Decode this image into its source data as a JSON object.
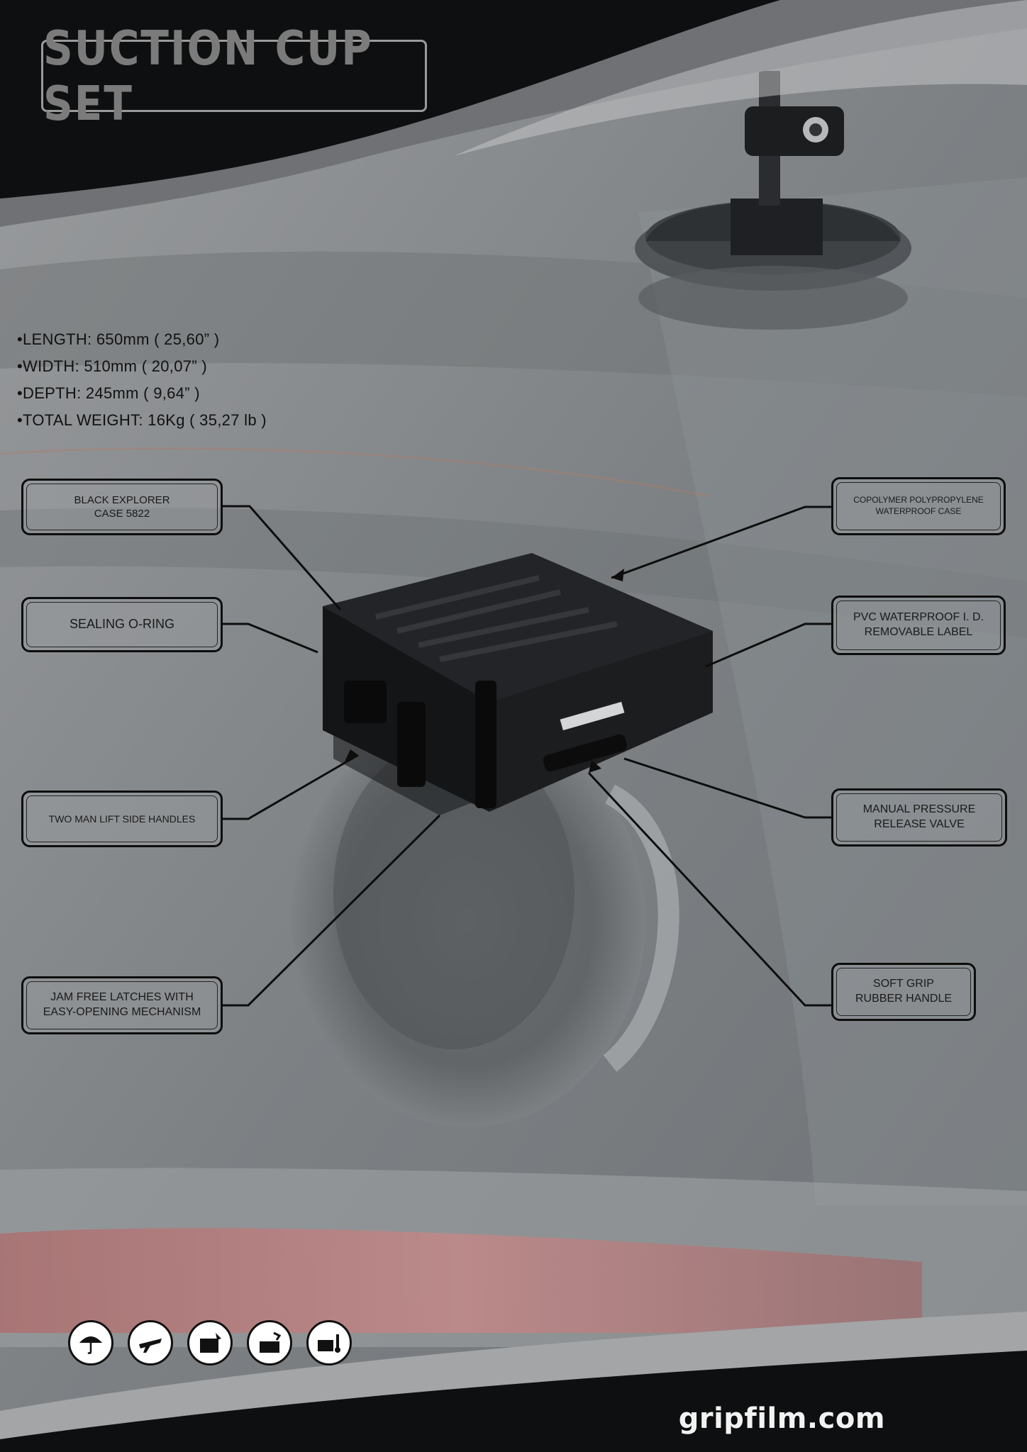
{
  "title": "SUCTION CUP SET",
  "specs": [
    "LENGTH: 650mm ( 25,60” )",
    "WIDTH: 510mm ( 20,07” )",
    "DEPTH: 245mm ( 9,64” )",
    "TOTAL WEIGHT: 16Kg ( 35,27 lb )"
  ],
  "callouts": {
    "black_explorer": [
      "BLACK EXPLORER",
      "CASE 5822"
    ],
    "sealing": [
      "SEALING O-RING"
    ],
    "side_handles": [
      "TWO MAN LIFT SIDE HANDLES"
    ],
    "latches": [
      "JAM FREE LATCHES WITH",
      "EASY-OPENING MECHANISM"
    ],
    "copolymer": [
      "COPOLYMER POLYPROPYLENE",
      "WATERPROOF CASE"
    ],
    "pvc_label": [
      "PVC WATERPROOF I. D.",
      "REMOVABLE LABEL"
    ],
    "valve": [
      "MANUAL PRESSURE",
      "RELEASE VALVE"
    ],
    "grip": [
      "SOFT GRIP",
      "RUBBER HANDLE"
    ]
  },
  "mount_brand": "gripfilm.com",
  "badges": [
    "WATER RESISTANT",
    "AIRPORT HANDLING RESISTANT",
    "SHOCK PROOF",
    "CORROSION PROOF",
    "HIGH & LOW TEMPERATURE PROOF"
  ],
  "brand": "gripfilm.com",
  "colors": {
    "dark": "#0e0f10",
    "panel_gray": "#8a8d90",
    "title_gray": "#7b7b7b"
  }
}
